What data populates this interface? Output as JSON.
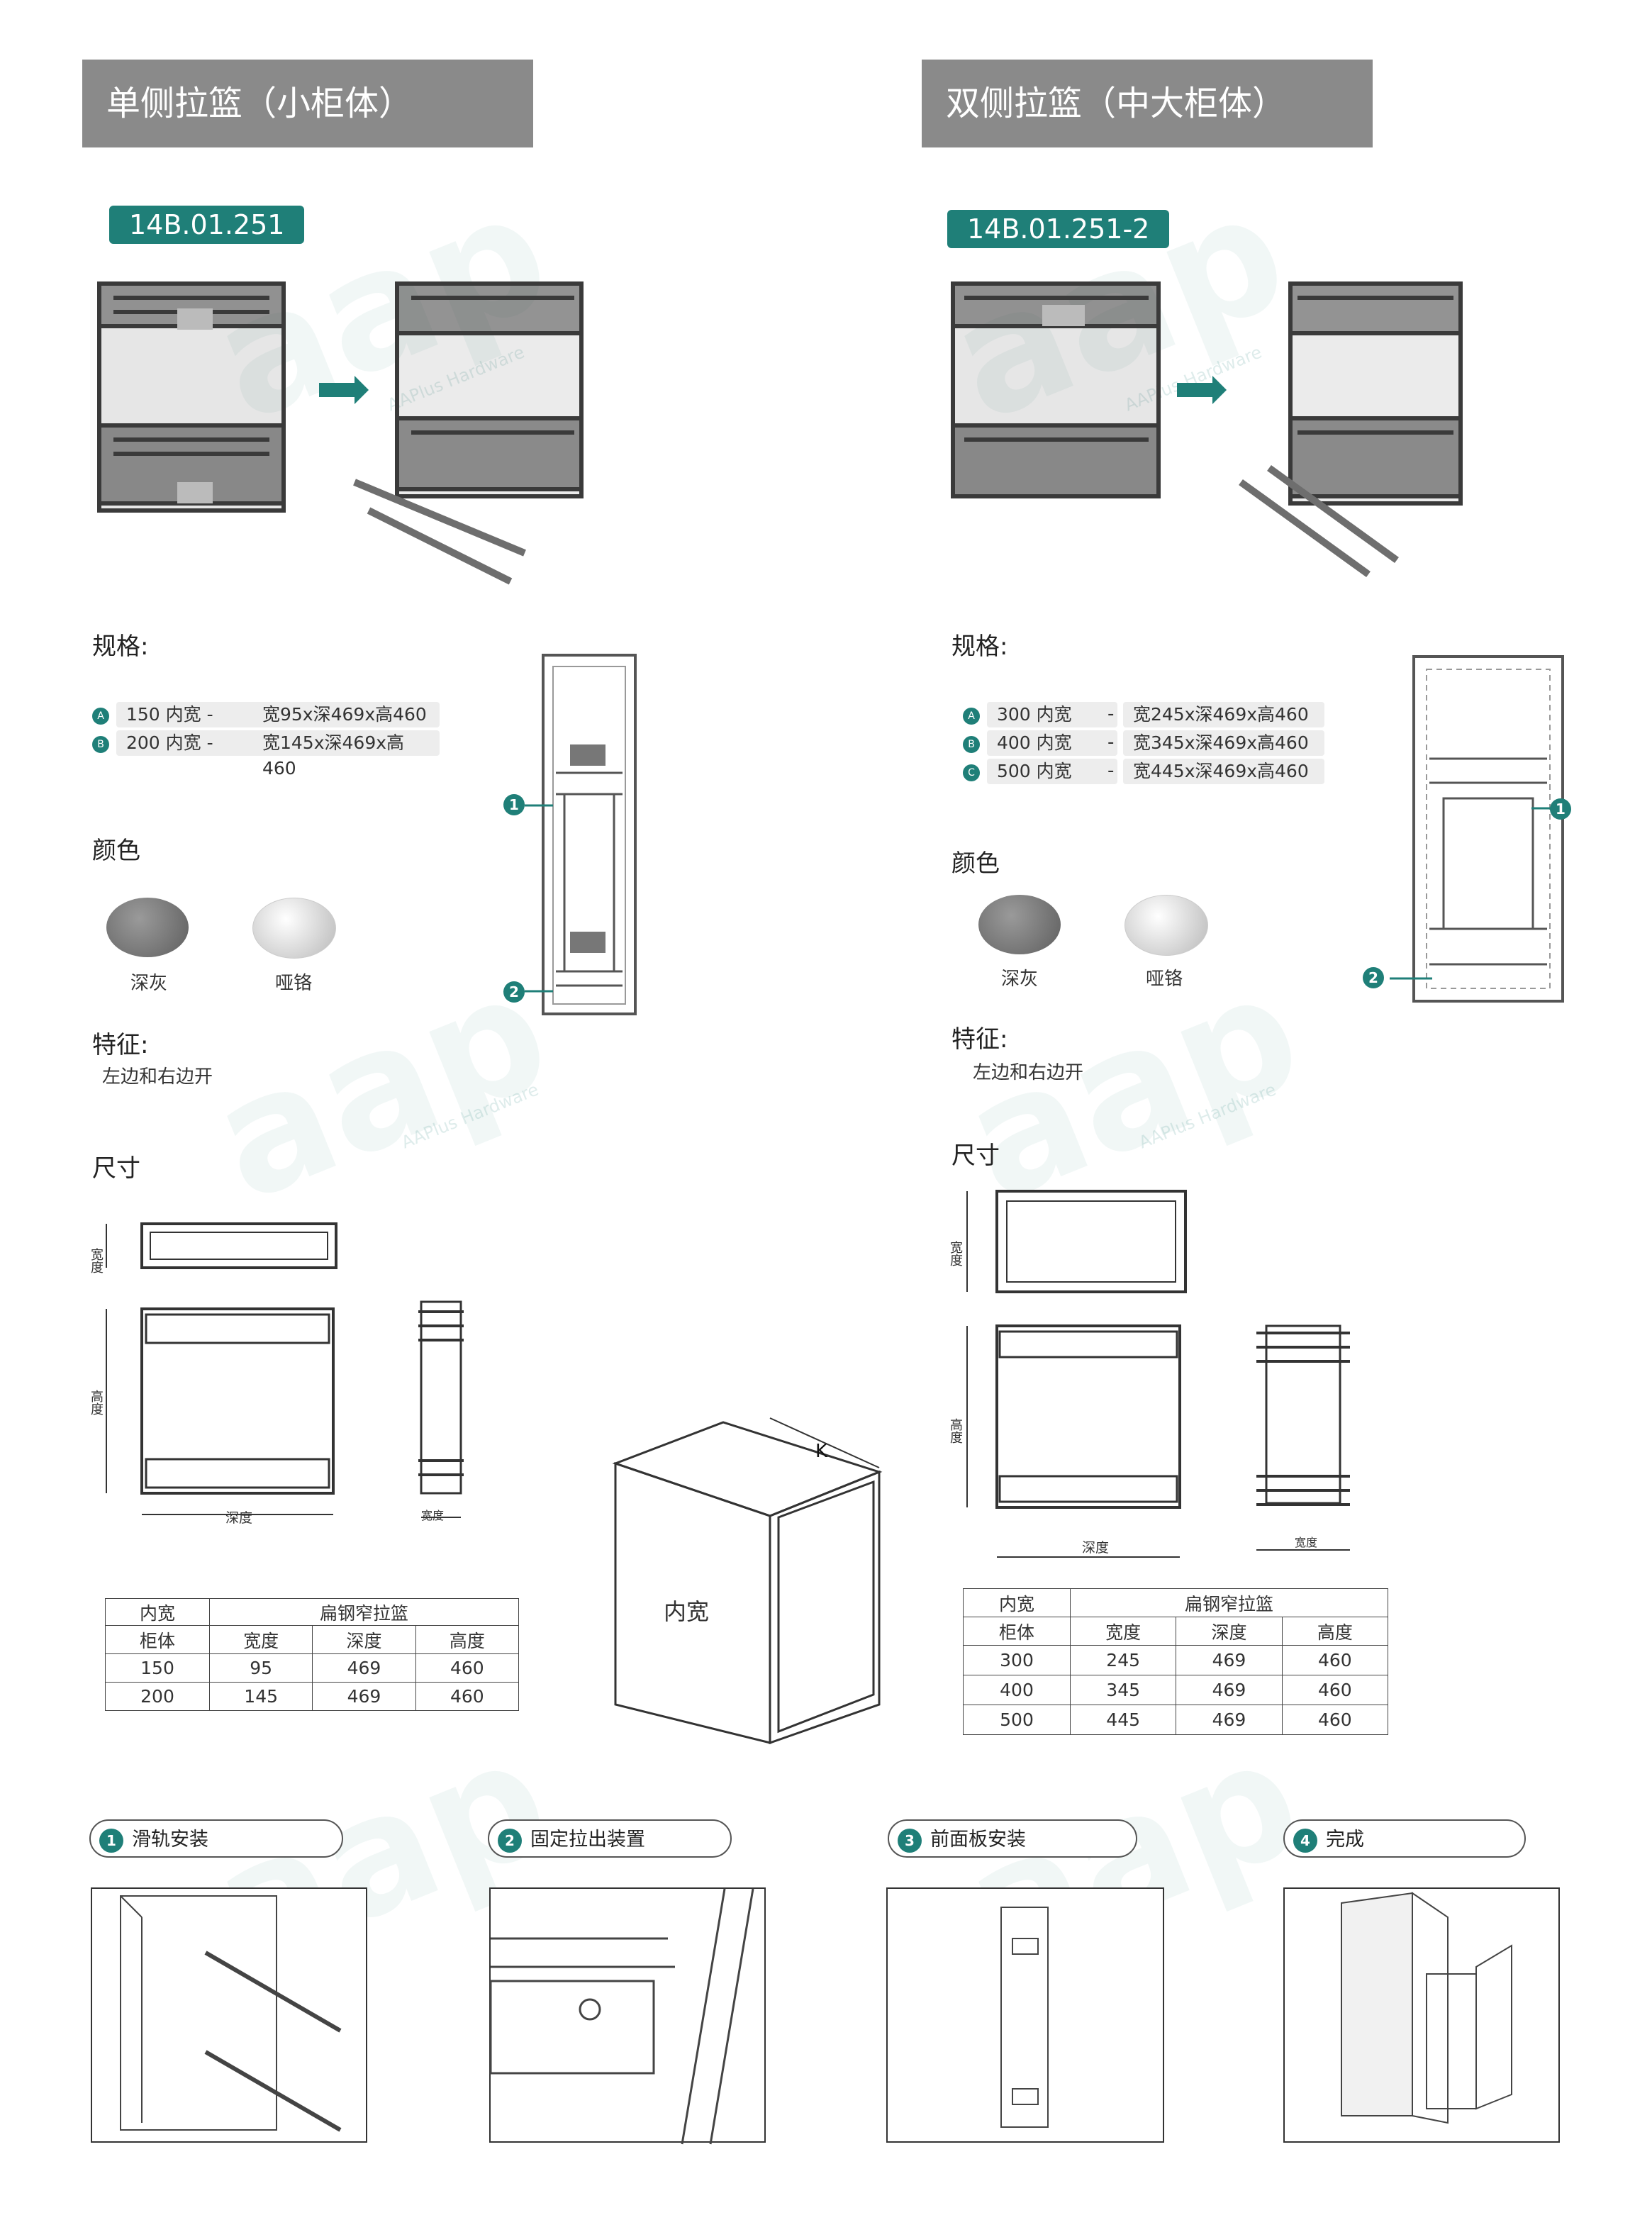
{
  "left": {
    "title": "单侧拉篮（小柜体）",
    "model": "14B.01.251",
    "spec_label": "规格:",
    "specs": [
      {
        "letter": "A",
        "size": "150 内宽 -",
        "dims": "宽95x深469x高460"
      },
      {
        "letter": "B",
        "size": "200  内宽  -",
        "dims": "宽145x深469x高460"
      }
    ],
    "color_label": "颜色",
    "colors": [
      {
        "name": "深灰",
        "hex": "#7a7a7a"
      },
      {
        "name": "哑铬",
        "hex": "#d8d8d8"
      }
    ],
    "feature_label": "特征:",
    "feature_text": "左边和右边开",
    "size_label": "尺寸",
    "dim_labels": {
      "width": "宽度",
      "height": "高度",
      "depth": "深度",
      "side_width": "宽度"
    },
    "table": {
      "header_a1": "内宽",
      "header_a2": "扁钢窄拉篮",
      "header_b": [
        "柜体",
        "宽度",
        "深度",
        "高度"
      ],
      "rows": [
        [
          "150",
          "95",
          "469",
          "460"
        ],
        [
          "200",
          "145",
          "469",
          "460"
        ]
      ]
    },
    "markers": [
      "1",
      "2"
    ]
  },
  "right": {
    "title": "双侧拉篮（中大柜体）",
    "model": "14B.01.251-2",
    "spec_label": "规格:",
    "specs": [
      {
        "letter": "A",
        "size": "300 内宽",
        "dash": "-",
        "dims": "宽245x深469x高460"
      },
      {
        "letter": "B",
        "size": "400 内宽",
        "dash": "-",
        "dims": "宽345x深469x高460"
      },
      {
        "letter": "C",
        "size": "500 内宽",
        "dash": "-",
        "dims": "宽445x深469x高460"
      }
    ],
    "color_label": "颜色",
    "colors": [
      {
        "name": "深灰",
        "hex": "#7a7a7a"
      },
      {
        "name": "哑铬",
        "hex": "#d8d8d8"
      }
    ],
    "feature_label": "特征:",
    "feature_text": "左边和右边开",
    "size_label": "尺寸",
    "dim_labels": {
      "width": "宽度",
      "height": "高度",
      "depth": "深度",
      "side_width": "宽度"
    },
    "table": {
      "header_a1": "内宽",
      "header_a2": "扁钢窄拉篮",
      "header_b": [
        "柜体",
        "宽度",
        "深度",
        "高度"
      ],
      "rows": [
        [
          "300",
          "245",
          "469",
          "460"
        ],
        [
          "400",
          "345",
          "469",
          "460"
        ],
        [
          "500",
          "445",
          "469",
          "460"
        ]
      ]
    },
    "markers": [
      "1",
      "2"
    ]
  },
  "cabinet": {
    "inner_width_label": "内宽",
    "k_label": "K"
  },
  "steps": [
    {
      "num": "1",
      "label": "滑轨安装"
    },
    {
      "num": "2",
      "label": "固定拉出装置"
    },
    {
      "num": "3",
      "label": "前面板安装"
    },
    {
      "num": "4",
      "label": "完成"
    }
  ],
  "watermark": {
    "logo": "aap",
    "sub": "AAPlus Hardware"
  },
  "colors": {
    "accent": "#1f7f78",
    "header_gray": "#8a8a8a"
  }
}
